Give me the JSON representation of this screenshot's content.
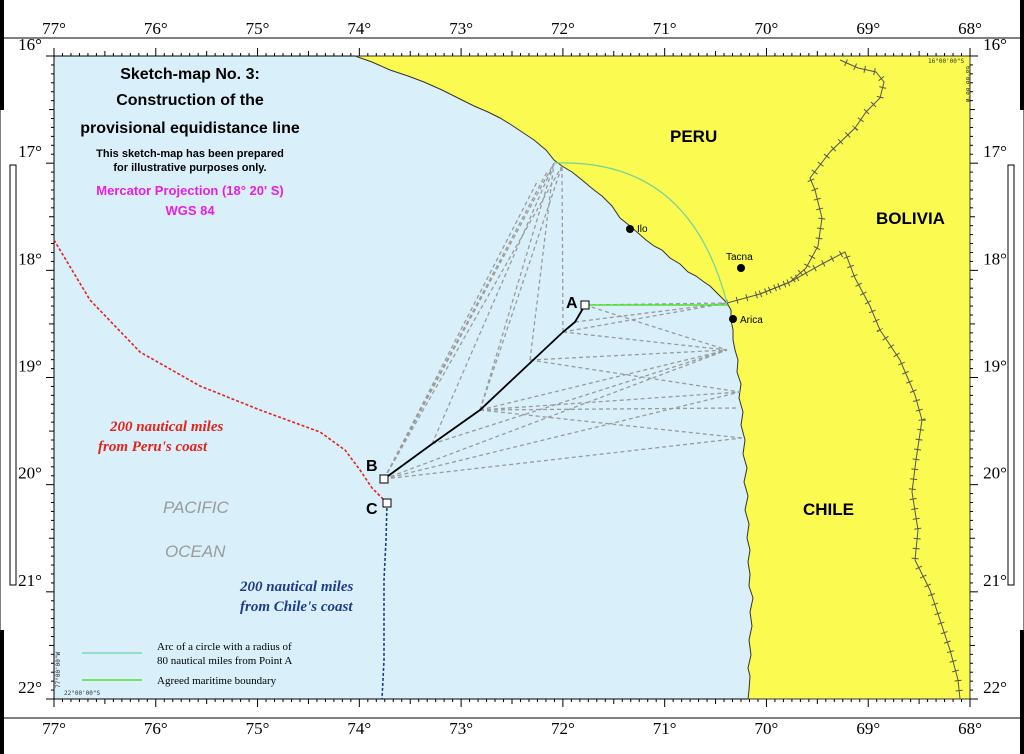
{
  "title": {
    "line1": "Sketch-map No. 3:",
    "line2": "Construction of the",
    "line3": "provisional equidistance line"
  },
  "note": {
    "line1": "This sketch-map has been prepared",
    "line2": "for illustrative purposes only."
  },
  "projection": {
    "line1": "Mercator Projection (18° 20' S)",
    "line2": "WGS 84"
  },
  "longitude_labels": [
    "77°",
    "76°",
    "75°",
    "74°",
    "73°",
    "72°",
    "71°",
    "70°",
    "69°",
    "68°"
  ],
  "latitude_labels": [
    "16°",
    "17°",
    "18°",
    "19°",
    "20°",
    "21°",
    "22°"
  ],
  "countries": {
    "peru": "PERU",
    "bolivia": "BOLIVIA",
    "chile": "CHILE"
  },
  "ocean": {
    "line1": "PACIFIC",
    "line2": "OCEAN"
  },
  "cities": {
    "ilo": "Ilo",
    "tacna": "Tacna",
    "arica": "Arica"
  },
  "points": {
    "a": "A",
    "b": "B",
    "c": "C"
  },
  "peru_limit": {
    "line1": "200 nautical miles",
    "line2": "from Peru's coast"
  },
  "chile_limit": {
    "line1": "200 nautical miles",
    "line2": "from Chile's coast"
  },
  "legend": {
    "arc_line1": "Arc of a circle with a radius of",
    "arc_line2": "80 nautical miles from Point A",
    "boundary": "Agreed maritime boundary"
  },
  "corners": {
    "top_right_lat": "16°00'00\"S",
    "top_right_lon": "68°00'00\"W",
    "bottom_left_lat": "22°00'00\"S",
    "bottom_left_lon": "77°00'00\"W"
  },
  "colors": {
    "sea": "#d9f0fa",
    "land": "#fafa50",
    "peru_limit": "#e2231a",
    "chile_limit": "#1f3c8c",
    "arc": "#6fd3a0",
    "boundary": "#55e02a",
    "construction": "#9a9a9a",
    "magenta": "#e61ee6"
  }
}
